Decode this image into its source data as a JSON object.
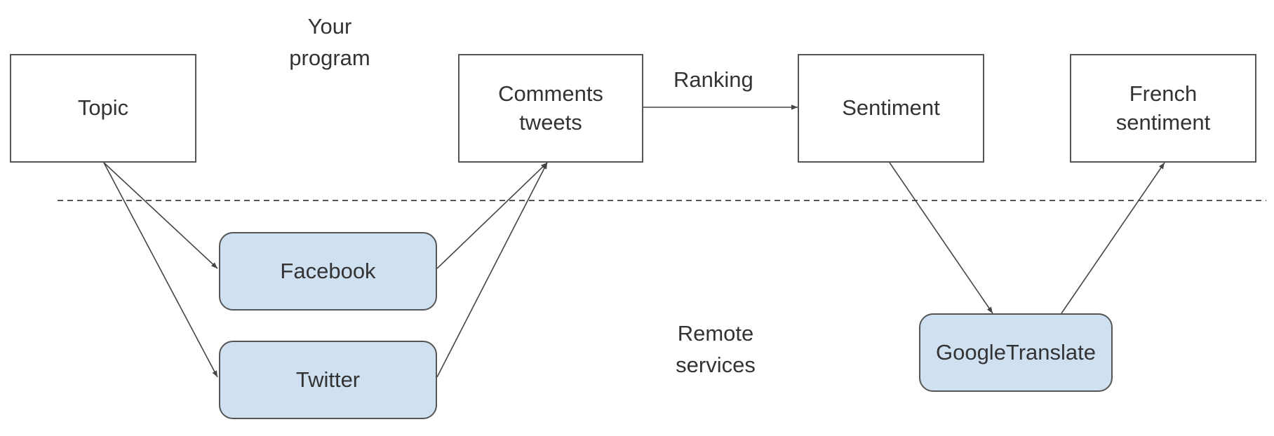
{
  "regions": {
    "local": "Your\nprogram",
    "remote": "Remote\nservices"
  },
  "nodes": {
    "topic": "Topic",
    "comments": "Comments\ntweets",
    "sentiment": "Sentiment",
    "french": "French\nsentiment",
    "facebook": "Facebook",
    "twitter": "Twitter",
    "google": "GoogleTranslate"
  },
  "edges": [
    {
      "from": "topic",
      "to": "facebook"
    },
    {
      "from": "topic",
      "to": "twitter"
    },
    {
      "from": "facebook",
      "to": "comments"
    },
    {
      "from": "twitter",
      "to": "comments"
    },
    {
      "from": "comments",
      "to": "sentiment",
      "label": "Ranking"
    },
    {
      "from": "sentiment",
      "to": "google"
    },
    {
      "from": "google",
      "to": "french"
    }
  ],
  "colors": {
    "remote_fill": "#cfe0f1",
    "stroke": "#555555",
    "text": "#333333"
  }
}
